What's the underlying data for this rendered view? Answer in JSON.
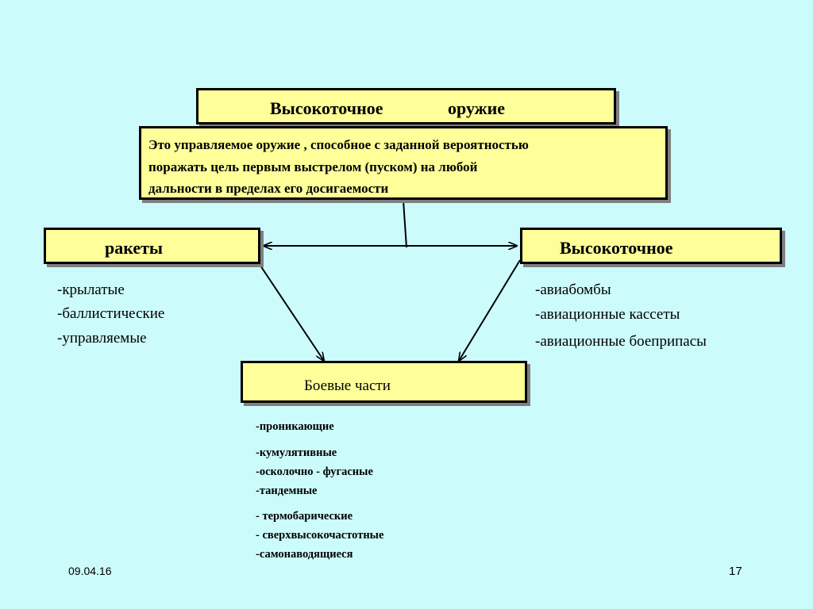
{
  "title": {
    "word1": "Высокоточное",
    "word2": "оружие"
  },
  "definition": {
    "lines": [
      "Это управляемое оружие , способное с заданной вероятностью",
      "поражать цель первым выстрелом (пуском) на любой",
      "дальности в пределах его досигаемости"
    ]
  },
  "left_box": {
    "label": "ракеты"
  },
  "right_box": {
    "label": "Высокоточное"
  },
  "bottom_box": {
    "label": "Боевые части"
  },
  "rocket_types": [
    "-крылатые",
    "-баллистические",
    "-управляемые"
  ],
  "bomb_types": [
    "-авиабомбы",
    "-авиационные кассеты",
    "-авиационные боеприпасы"
  ],
  "warhead_types": [
    "-проникающие",
    "-кумулятивные",
    "-осколочно - фугасные",
    "-тандемные",
    "- термобарические",
    "- сверхвысокочастотные",
    "-самонаводящиеся"
  ],
  "footer": {
    "date": "09.04.16",
    "page": "17"
  },
  "colors": {
    "background": "#ccfbfc",
    "box_fill": "#ffff99",
    "shadow": "#7f7f7f"
  }
}
